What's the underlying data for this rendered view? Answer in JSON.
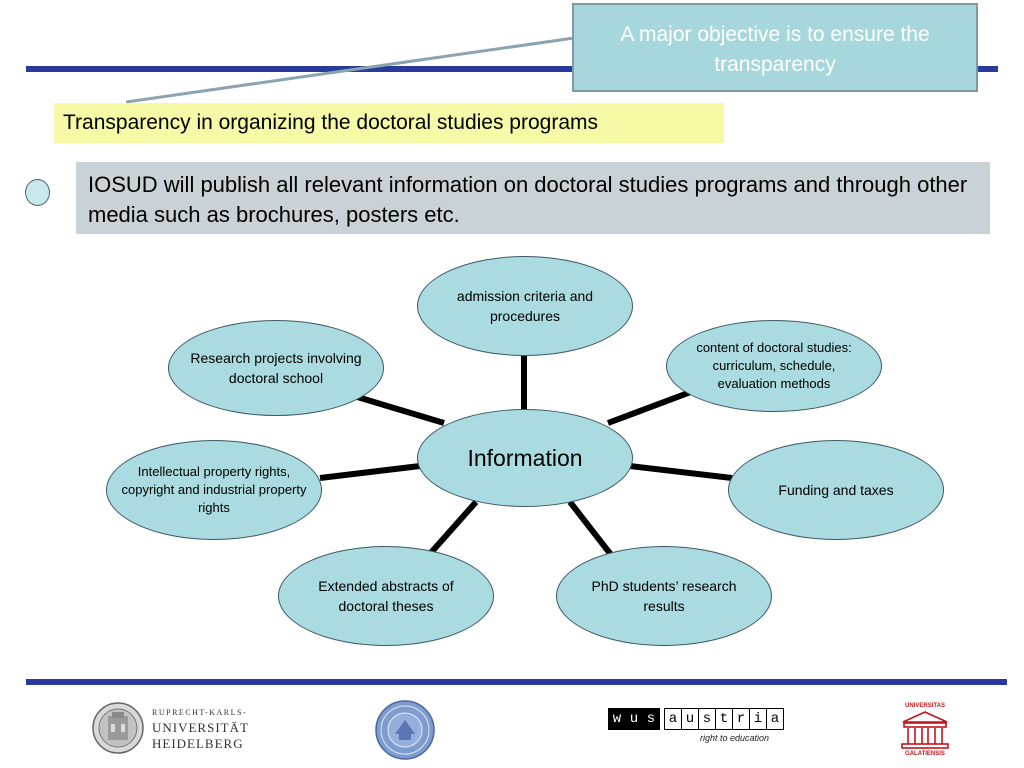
{
  "callout": {
    "text": "A major objective is to ensure the transparency"
  },
  "subtitle": "Transparency in organizing the doctoral studies programs",
  "statement": "IOSUD will publish all relevant information on doctoral studies programs and through other media such as brochures, posters etc.",
  "diagram": {
    "center": "Information",
    "nodes": {
      "admission": "admission criteria and procedures",
      "content": "content of doctoral studies: curriculum, schedule, evaluation methods",
      "funding": "Funding and taxes",
      "phd_results": "PhD students’ research results",
      "abstracts": "Extended abstracts of doctoral theses",
      "ip_rights": "Intellectual property rights, copyright and industrial property rights",
      "research": "Research projects involving doctoral school"
    }
  },
  "logos": {
    "heidelberg": {
      "line1": "RUPRECHT-KARLS-",
      "line2": "UNIVERSITÄT",
      "line3": "HEIDELBERG"
    },
    "wus": {
      "letters": [
        "w",
        "u",
        "s",
        "a",
        "u",
        "s",
        "t",
        "r",
        "i",
        "a"
      ],
      "tagline": "right to education"
    },
    "galati": {
      "top": "UNIVERSITAS",
      "bottom": "GALATIENSIS"
    }
  },
  "colors": {
    "rule": "#2a3a9a",
    "node_fill": "#a9dbe0",
    "callout_fill": "#a6d7dc",
    "subtitle_fill": "#f6f9a6",
    "statement_fill": "#c8d2d7"
  }
}
